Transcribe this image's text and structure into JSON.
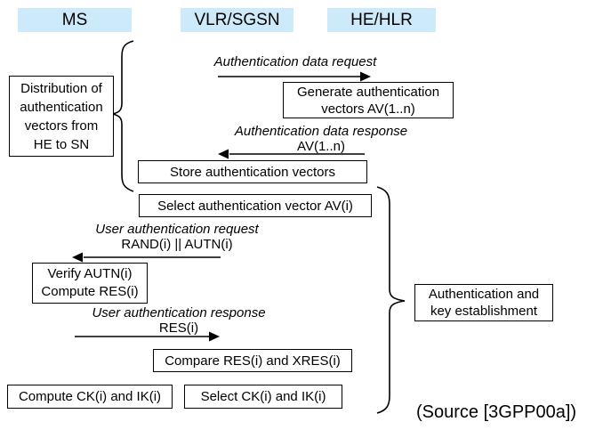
{
  "diagram": {
    "actors": [
      {
        "label": "MS"
      },
      {
        "label": "VLR/SGSN"
      },
      {
        "label": "HE/HLR"
      }
    ],
    "messages": [
      {
        "label": "Authentication data request",
        "sublabel": "",
        "direction": "right"
      },
      {
        "label": "Authentication data response",
        "sublabel": "AV(1..n)",
        "direction": "left"
      },
      {
        "label": "User authentication request",
        "sublabel": "RAND(i) || AUTN(i)",
        "direction": "left"
      },
      {
        "label": "User authentication response",
        "sublabel": "RES(i)",
        "direction": "right"
      }
    ],
    "boxes": {
      "generate": "Generate authentication\nvectors AV(1..n)",
      "store": "Store authentication vectors",
      "select_av": "Select authentication vector AV(i)",
      "verify": "Verify AUTN(i)\nCompute RES(i)",
      "compare": "Compare RES(i) and XRES(i)",
      "compute_ck": "Compute CK(i) and IK(i)",
      "select_ck": "Select CK(i) and IK(i)"
    },
    "annotations": {
      "distribution": "Distribution of\nauthentication\nvectors from\nHE to SN",
      "auth_key_establishment": "Authentication and\nkey establishment"
    },
    "source": "(Source [3GPP00a])",
    "colors": {
      "actor_background": "#cdeafb",
      "line": "#000000",
      "background": "#ffffff"
    }
  }
}
